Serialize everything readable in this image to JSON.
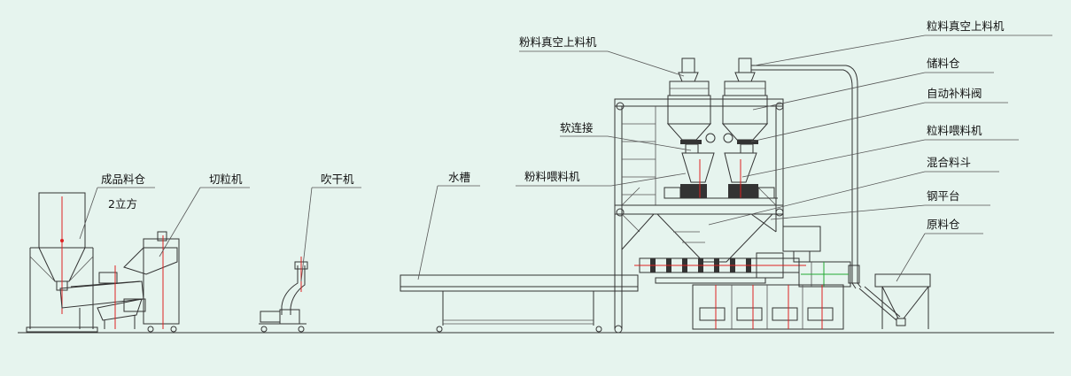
{
  "labels": {
    "finished_bin": "成品料仓",
    "finished_bin_capacity": "2立方",
    "pelletizer": "切粒机",
    "dryer": "吹干机",
    "water_tank": "水槽",
    "powder_vacuum_loader": "粉料真空上料机",
    "soft_connection": "软连接",
    "powder_feeder": "粉料喂料机",
    "pellet_vacuum_loader": "粒料真空上料机",
    "storage_bin": "储料仓",
    "auto_valve": "自动补料阀",
    "pellet_feeder": "粒料喂料机",
    "mixing_hopper": "混合料斗",
    "steel_platform": "钢平台",
    "raw_bin": "原料仓"
  },
  "colors": {
    "background": "#e6f4ee",
    "line": "#333333",
    "accent_red": "#dd2222",
    "accent_green": "#22aa33"
  }
}
